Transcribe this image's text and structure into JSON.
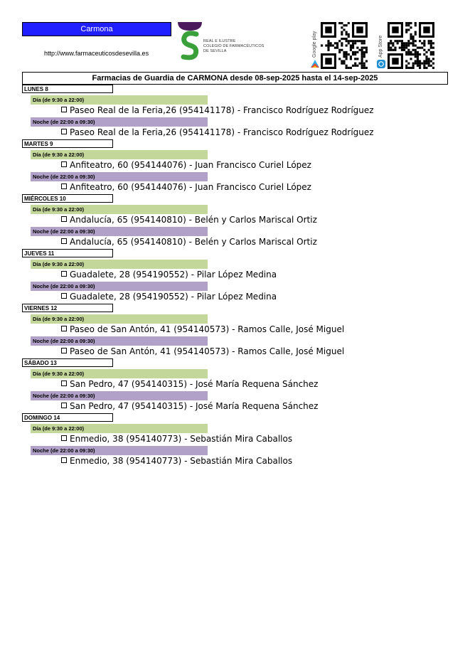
{
  "header": {
    "town": "Carmona",
    "url": "http://www.farmaceuticosdesevilla.es",
    "college_name_lines": [
      "REAL E ILUSTRE",
      "COLEGIO DE FARMACÉUTICOS",
      "DE SEVILLA"
    ],
    "google_play_label": "Google play",
    "app_store_label": "App Store",
    "title": "Farmacias de Guardia de CARMONA desde 08-sep-2025 hasta el 14-sep-2025"
  },
  "colors": {
    "town_box": "#1f1fff",
    "day_shift": "#c4d79b",
    "night_shift": "#b1a0c7",
    "logo_green": "#3aa13a",
    "logo_purple": "#4a1a5c"
  },
  "icons": {
    "logo": "college-s-logo-icon",
    "google_play": "google-play-icon",
    "app_store": "app-store-icon",
    "qr": "qr-code-icon",
    "bullet": "checkbox-bullet-icon"
  },
  "days": [
    {
      "label": "LUNES 8",
      "day_shift": "Día (de 9:30 a 22:00)",
      "day_pharmacy": "Paseo Real de la Feria,26 (954141178) - Francisco Rodríguez Rodríguez",
      "night_shift": "Noche (de 22:00 a 09:30)",
      "night_pharmacy": "Paseo Real de la Feria,26 (954141178) - Francisco Rodríguez Rodríguez"
    },
    {
      "label": "MARTES 9",
      "day_shift": "Día (de 9:30 a 22:00)",
      "day_pharmacy": "Anfiteatro, 60 (954144076) - Juan Francisco Curiel López",
      "night_shift": "Noche (de 22:00 a 09:30)",
      "night_pharmacy": "Anfiteatro, 60 (954144076) - Juan Francisco Curiel López"
    },
    {
      "label": "MIÉRCOLES 10",
      "day_shift": "Día (de 9:30 a 22:00)",
      "day_pharmacy": "Andalucía, 65 (954140810) - Belén y Carlos Mariscal Ortiz",
      "night_shift": "Noche (de 22:00 a 09:30)",
      "night_pharmacy": "Andalucía, 65 (954140810) - Belén y Carlos Mariscal Ortiz"
    },
    {
      "label": "JUEVES 11",
      "day_shift": "Día (de 9:30 a 22:00)",
      "day_pharmacy": "Guadalete, 28 (954190552) - Pilar López Medina",
      "night_shift": "Noche (de 22:00 a 09:30)",
      "night_pharmacy": "Guadalete, 28 (954190552) - Pilar López Medina"
    },
    {
      "label": "VIERNES 12",
      "day_shift": "Día (de 9:30 a 22:00)",
      "day_pharmacy": "Paseo de San Antón, 41 (954140573) - Ramos Calle, José Miguel",
      "night_shift": "Noche (de 22:00 a 09:30)",
      "night_pharmacy": "Paseo de San Antón, 41 (954140573) - Ramos Calle, José Miguel"
    },
    {
      "label": "SÁBADO 13",
      "day_shift": "Día (de 9:30 a 22:00)",
      "day_pharmacy": "San Pedro, 47 (954140315) - José María Requena Sánchez",
      "night_shift": "Noche (de 22:00 a 09:30)",
      "night_pharmacy": "San Pedro, 47 (954140315) - José María Requena Sánchez"
    },
    {
      "label": "DOMINGO 14",
      "day_shift": "Día (de 9:30 a 22:00)",
      "day_pharmacy": "Enmedio, 38 (954140773) - Sebastián Mira Caballos",
      "night_shift": "Noche (de 22:00 a 09:30)",
      "night_pharmacy": "Enmedio, 38 (954140773) - Sebastián Mira Caballos"
    }
  ]
}
